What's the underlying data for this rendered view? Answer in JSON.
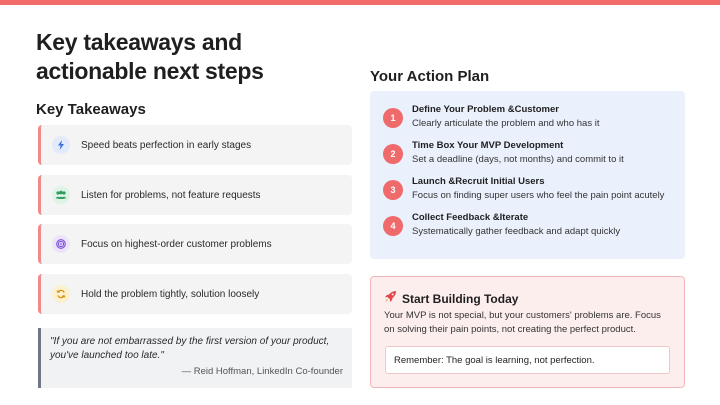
{
  "colors": {
    "accent": "#f26b6b",
    "plan_background": "#eaf1fd",
    "build_background": "#fdeeee"
  },
  "page": {
    "title": "Key takeaways and actionable next steps"
  },
  "takeaways": {
    "heading": "Key Takeaways",
    "items": [
      {
        "icon": "lightning-icon",
        "text": "Speed beats perfection in early stages"
      },
      {
        "icon": "users-icon",
        "text": "Listen for problems, not feature requests"
      },
      {
        "icon": "target-icon",
        "text": "Focus on highest-order customer problems"
      },
      {
        "icon": "refresh-icon",
        "text": "Hold the problem tightly, solution loosely"
      }
    ],
    "quote": {
      "text": "\"If you are not embarrassed by the first version of your product, you've launched too late.\"",
      "author": "— Reid Hoffman, LinkedIn Co-founder"
    }
  },
  "action_plan": {
    "heading": "Your Action Plan",
    "steps": [
      {
        "number": "1",
        "title": "Define Your Problem &Customer",
        "desc": "Clearly articulate the problem and who has it"
      },
      {
        "number": "2",
        "title": "Time Box Your MVP Development",
        "desc": "Set a deadline (days, not months) and commit to it"
      },
      {
        "number": "3",
        "title": "Launch &Recruit Initial Users",
        "desc": "Focus on finding super users who feel the pain point acutely"
      },
      {
        "number": "4",
        "title": "Collect Feedback &Iterate",
        "desc": "Systematically gather feedback and adapt quickly"
      }
    ]
  },
  "start_building": {
    "icon": "rocket-icon",
    "title": "Start Building Today",
    "text": "Your MVP is not special, but your customers' problems are. Focus on solving their pain points, not creating the perfect product.",
    "reminder": "Remember: The goal is learning, not perfection."
  }
}
